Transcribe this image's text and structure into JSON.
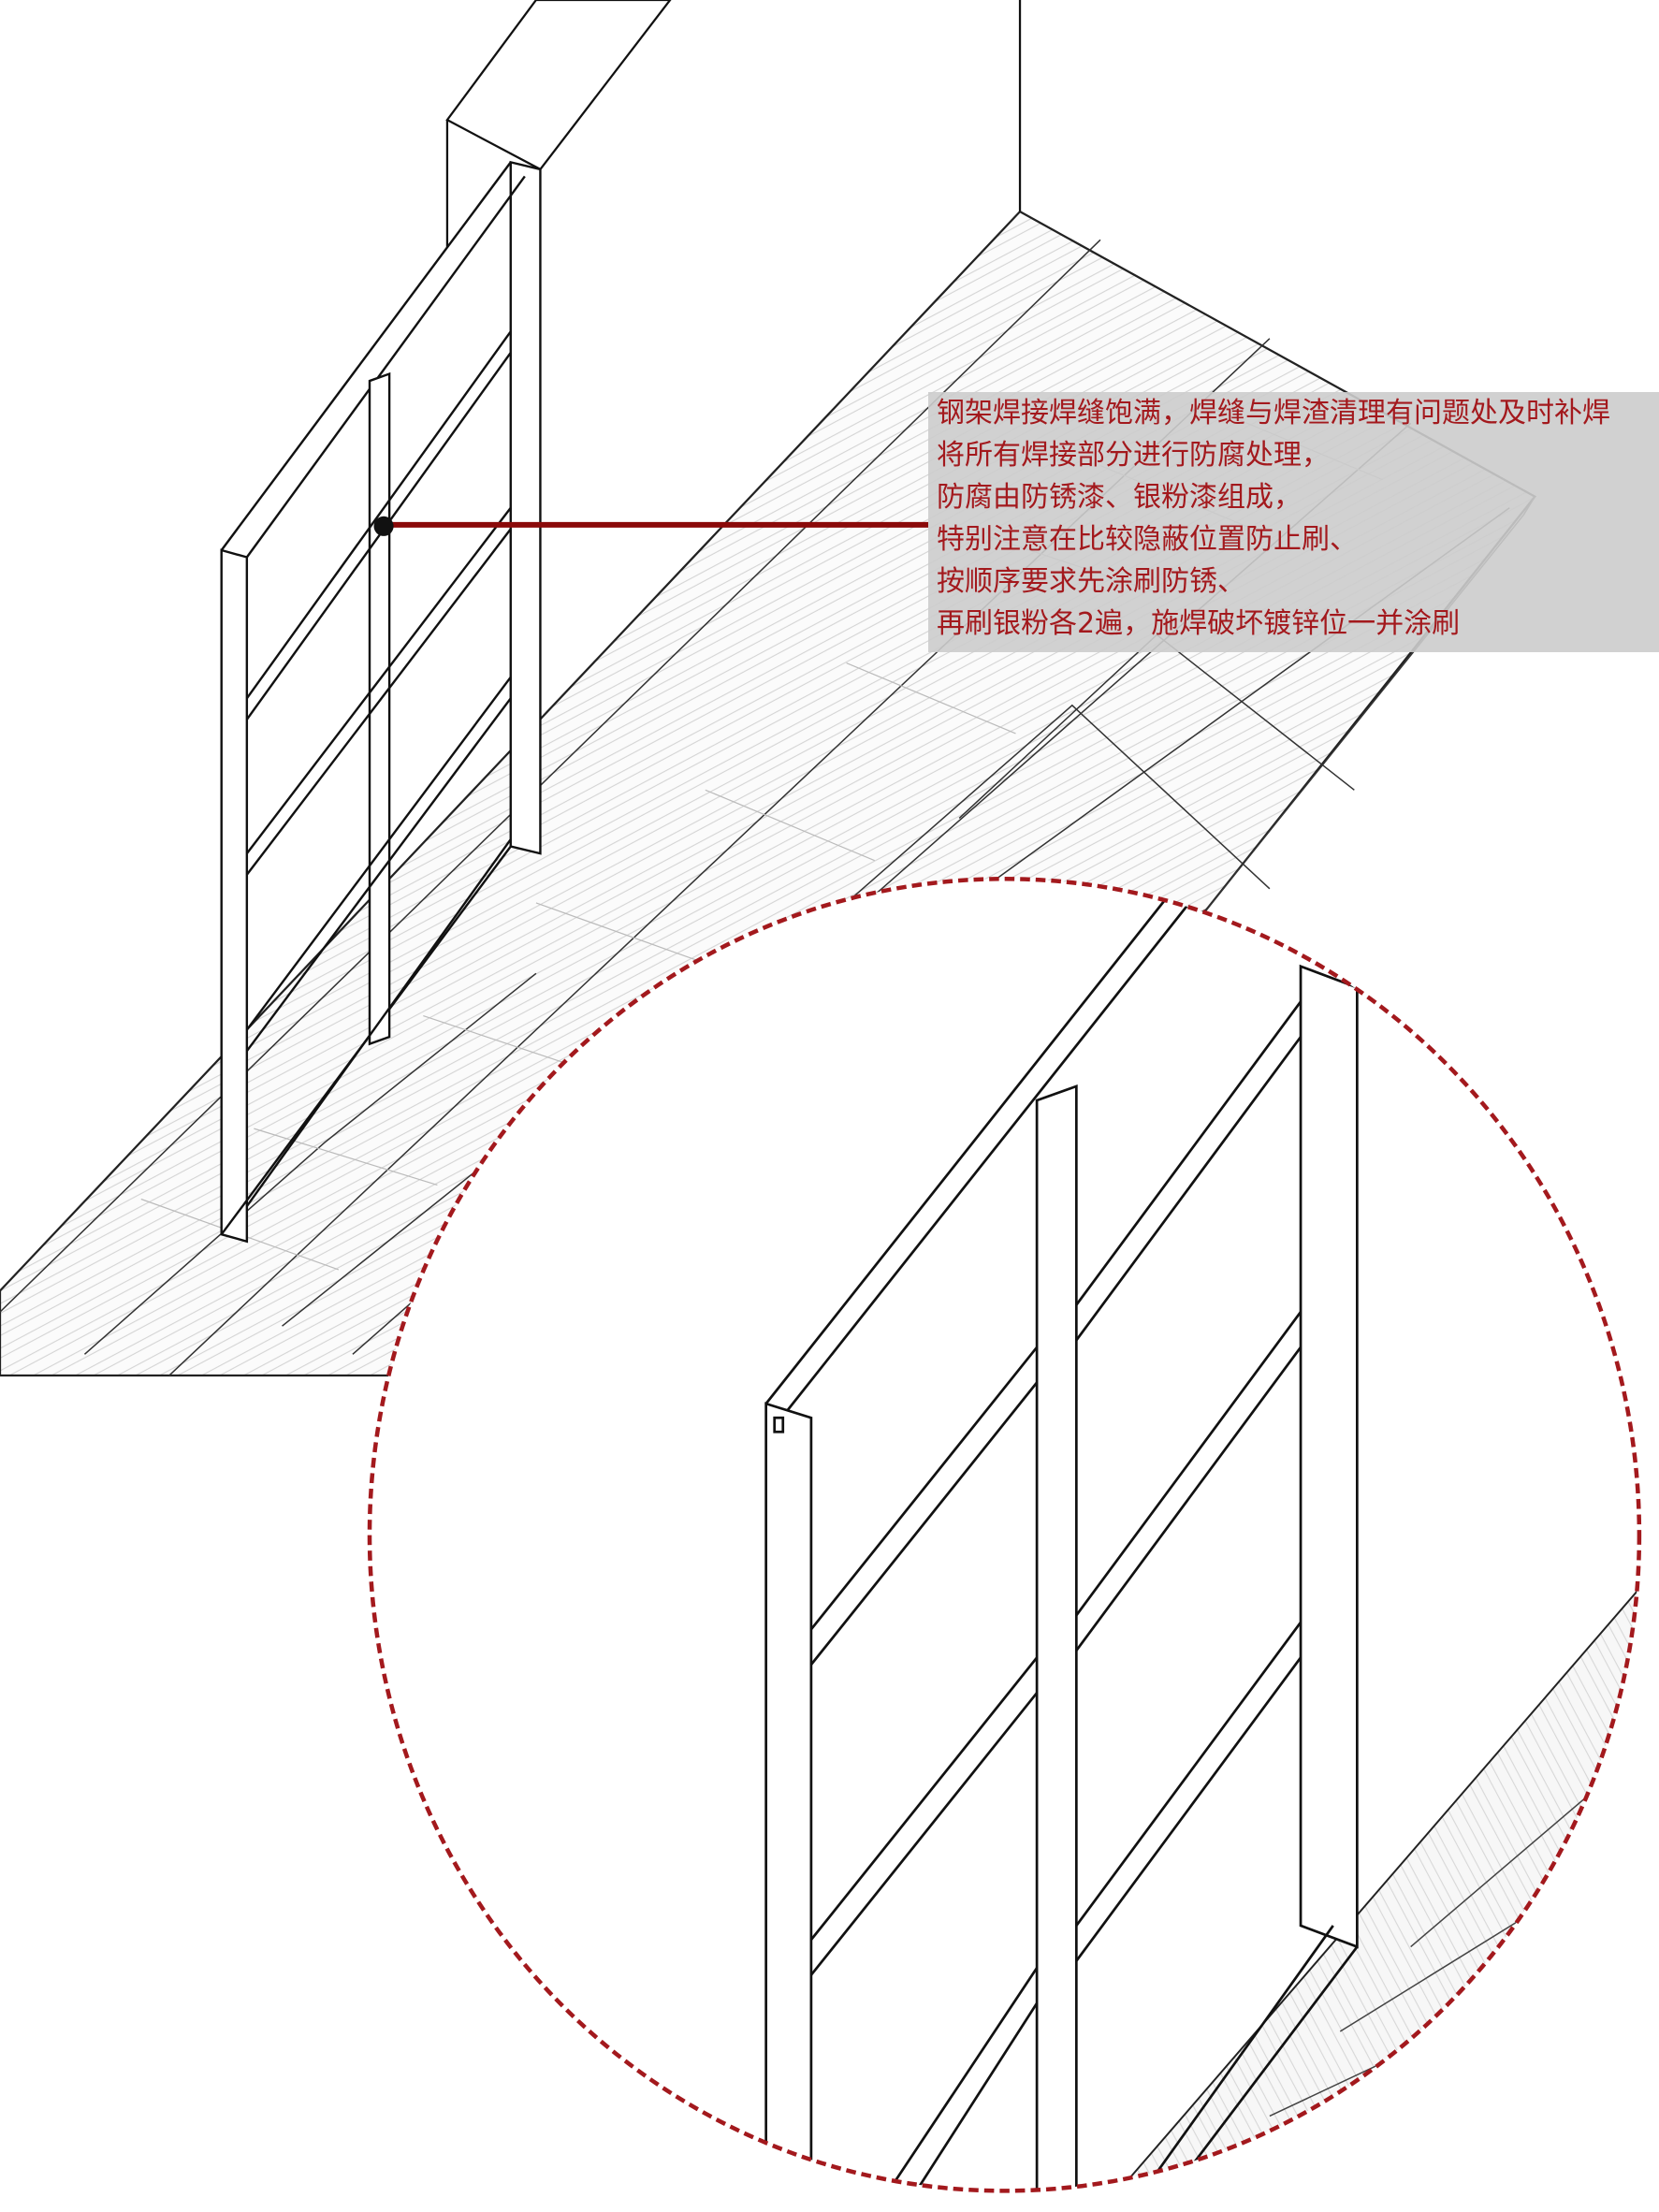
{
  "annotation": {
    "lines": [
      "钢架焊接焊缝饱满，焊缝与焊渣清理有问题处及时补焊",
      "将所有焊接部分进行防腐处理，",
      "防腐由防锈漆、银粉漆组成，",
      "特别注意在比较隐蔽位置防止刷、",
      "按顺序要求先涂刷防锈、",
      "再刷银粉各2遍，施焊破坏镀锌位一并涂刷"
    ]
  },
  "colors": {
    "accent": "#a3191d",
    "leader": "#8b0a0a",
    "label_bg": "#cccccc",
    "line": "#222222"
  }
}
